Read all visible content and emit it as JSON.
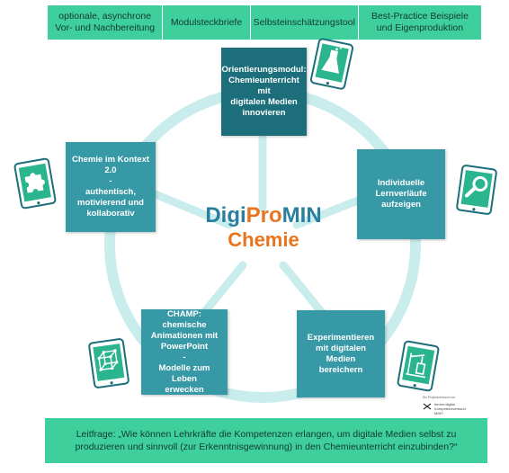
{
  "top_menu": {
    "items": [
      "optionale, asynchrone\nVor- und Nachbereitung",
      "Modulsteckbriefe",
      "Selbsteinschätzungstool",
      "Best-Practice Beispiele\nund Eigenproduktion"
    ]
  },
  "diagram": {
    "center_title": {
      "digi": "Digi",
      "pro": "Pro",
      "min": "MIN",
      "subtitle": "Chemie"
    },
    "nodes": {
      "top": "Orientierungsmodul:\nChemieunterricht mit\ndigitalen Medien\ninnovieren",
      "left": "Chemie im Kontext\n2.0\n-\nauthentisch,\nmotivierend und\nkollaborativ",
      "right": "Individuelle\nLernverläufe\naufzeigen",
      "bottom_left": "CHAMP:\nchemische\nAnimationen mit\nPowerPoint\n-\nModelle zum Leben\nerwecken",
      "bottom_right": "Experimentieren\nmit digitalen Medien\nbereichern"
    },
    "icons": {
      "top": "flask-icon",
      "left": "puzzle-icon",
      "right": "magnifier-icon",
      "bottom_left": "cube-molecule-icon",
      "bottom_right": "lab-equipment-icon"
    },
    "colors": {
      "circle": "#c9ecec",
      "node_dark": "#1c6f7a",
      "node_mid": "#3799a6",
      "tablet_screen": "#2ab58f",
      "accent_green": "#3ecf9d",
      "orange": "#e8741e",
      "blue": "#2a7fa0"
    }
  },
  "logo": {
    "line1": "Ein Projektverbund von",
    "line2": "lernen:digital",
    "line3": "Kompetenzverbund",
    "line4": "MINT"
  },
  "footer": {
    "guiding_question": "Leitfrage: „Wie können Lehrkräfte die Kompetenzen erlangen, um digitale Medien selbst zu produzieren und sinnvoll (zur Erkenntnisgewinnung) in den Chemieunterricht einzubinden?“"
  }
}
